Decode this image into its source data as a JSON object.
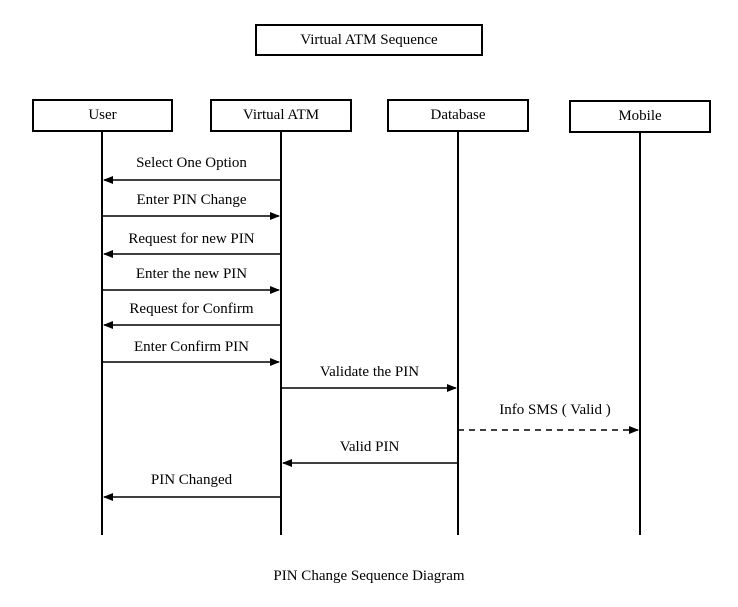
{
  "title": "Virtual ATM Sequence",
  "caption": "PIN Change Sequence Diagram",
  "participants": [
    {
      "id": "user",
      "label": "User"
    },
    {
      "id": "atm",
      "label": "Virtual ATM"
    },
    {
      "id": "db",
      "label": "Database"
    },
    {
      "id": "mobile",
      "label": "Mobile"
    }
  ],
  "messages": [
    {
      "from": "atm",
      "to": "user",
      "label": "Select One Option",
      "style": "solid"
    },
    {
      "from": "user",
      "to": "atm",
      "label": "Enter PIN Change",
      "style": "solid"
    },
    {
      "from": "atm",
      "to": "user",
      "label": "Request for new PIN",
      "style": "solid"
    },
    {
      "from": "user",
      "to": "atm",
      "label": "Enter the new PIN",
      "style": "solid"
    },
    {
      "from": "atm",
      "to": "user",
      "label": "Request for Confirm",
      "style": "solid"
    },
    {
      "from": "user",
      "to": "atm",
      "label": "Enter Confirm PIN",
      "style": "solid"
    },
    {
      "from": "atm",
      "to": "db",
      "label": "Validate the PIN",
      "style": "solid"
    },
    {
      "from": "db",
      "to": "mobile",
      "label": "Info SMS ( Valid )",
      "style": "dashed"
    },
    {
      "from": "db",
      "to": "atm",
      "label": "Valid PIN",
      "style": "solid"
    },
    {
      "from": "atm",
      "to": "user",
      "label": "PIN Changed",
      "style": "solid"
    }
  ]
}
